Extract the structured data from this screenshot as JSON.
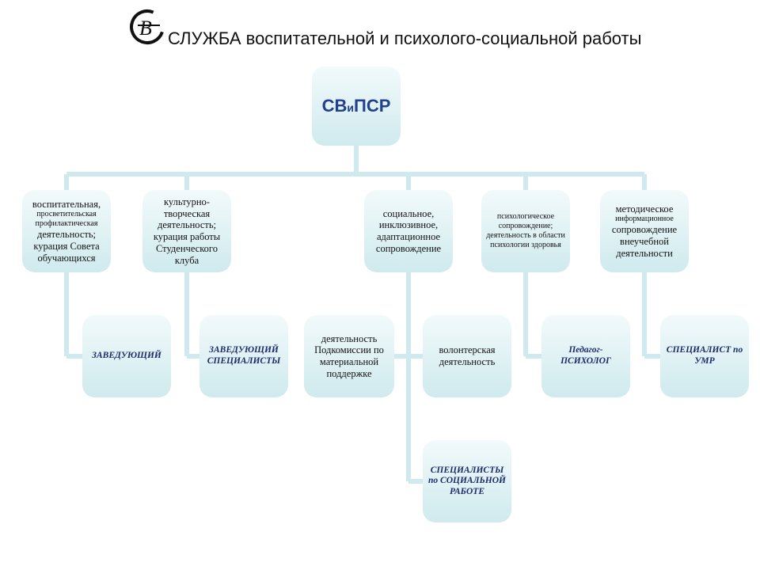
{
  "header": {
    "title": "СЛУЖБА воспитательной и психолого-социальной работы",
    "logo": {
      "name": "service-monogram-logo",
      "letters": "СВ"
    }
  },
  "root": {
    "main": "СВ",
    "sub": "и",
    "tail": "ПСР"
  },
  "branches": [
    {
      "id": "vospit",
      "lines": [
        {
          "text": "воспитательная,",
          "size": "md"
        },
        {
          "text": "просветительская",
          "size": "sm"
        },
        {
          "text": "профилактическая",
          "size": "sm"
        },
        {
          "text": "деятельность;",
          "size": "md"
        },
        {
          "text": "курация Совета",
          "size": "md"
        },
        {
          "text": "обучающихся",
          "size": "md"
        }
      ],
      "role": "ЗАВЕДУЮЩИЙ"
    },
    {
      "id": "kultur",
      "text": "культурно-творческая деятельность; курация работы Студенческого клуба",
      "role": "ЗАВЕДУЮЩИЙ СПЕЦИАЛИСТЫ"
    },
    {
      "id": "social",
      "text": "социальное, инклюзивное, адаптационное сопровождение",
      "children": [
        "деятельность Подкомиссии по материальной поддержке",
        "волонтерская деятельность"
      ],
      "role": "СПЕЦИАЛИСТЫ по СОЦИАЛЬНОЙ РАБОТЕ"
    },
    {
      "id": "psych",
      "text": "психологическое сопровождение; деятельность в области психологии здоровья",
      "role": "Педагог-ПСИХОЛОГ"
    },
    {
      "id": "metod",
      "lines": [
        {
          "text": "методическое",
          "size": "md"
        },
        {
          "text": "информационное",
          "size": "sm"
        },
        {
          "text": "сопровождение",
          "size": "md"
        },
        {
          "text": "внеучебной",
          "size": "md"
        },
        {
          "text": "деятельности",
          "size": "md"
        }
      ],
      "role": "СПЕЦИАЛИСТ по УМР"
    }
  ],
  "colors": {
    "connector": "#cfeaee",
    "box_top": "#f2fafb",
    "box_bottom": "#cfeaee",
    "root_text": "#23408e",
    "role_text": "#1b2a6b"
  }
}
